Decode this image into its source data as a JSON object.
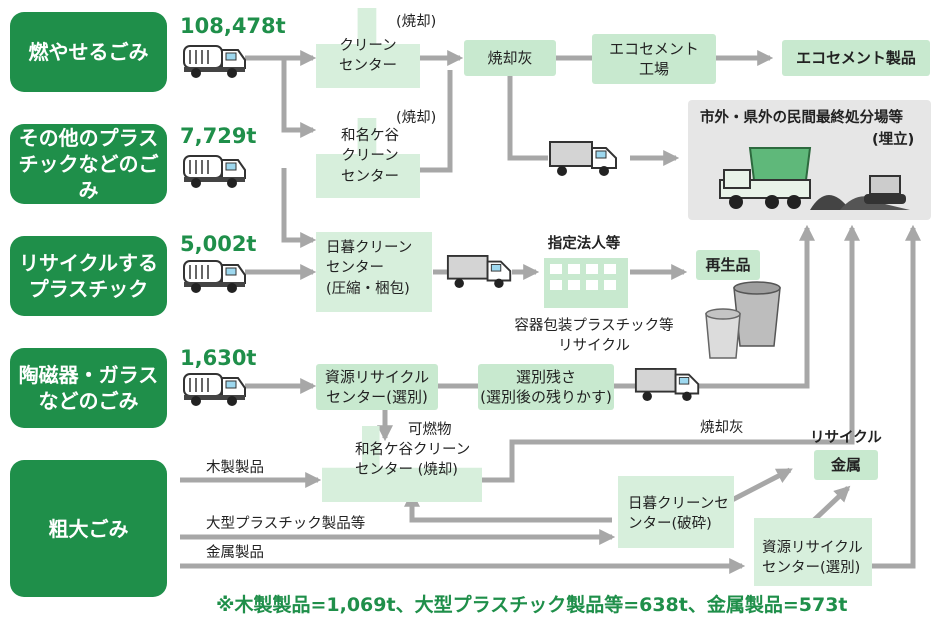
{
  "sources": {
    "burnable": "燃やせるごみ",
    "other_plastic": "その他のプラス\nチックなどのごみ",
    "recycle_plastic": "リサイクルする\nプラスチック",
    "ceramics_glass": "陶磁器・ガラス\nなどのごみ",
    "bulky": "粗大ごみ"
  },
  "tonnage": {
    "burnable": "108,478t",
    "other_plastic": "7,729t",
    "recycle_plastic": "5,002t",
    "ceramics_glass": "1,630t"
  },
  "facilities": {
    "clean_center": "クリーン\nセンター",
    "clean_center_tag": "(焼却)",
    "wanaga_clean_center": "和名ケ谷\nクリーン\nセンター",
    "wanaga_tag": "(焼却)",
    "nippori_compress": "日暮クリーン\nセンター\n(圧縮・梱包)",
    "shigen_center_1": "資源リサイクル\nセンター(選別)",
    "wanaga_bulky": "和名ケ谷クリーン\nセンター (焼却)",
    "nippori_crush": "日暮クリーンセ\nンター(破砕)",
    "shigen_center_2": "資源リサイクル\nセンター(選別)"
  },
  "boxes": {
    "ash": "焼却灰",
    "ecocement_factory": "エコセメント\n工場",
    "ecocement_product": "エコセメント製品",
    "designated_corp": "指定法人等",
    "recycled_product": "再生品",
    "sorting_residue": "選別残さ\n(選別後の残りかす)",
    "metal": "金属"
  },
  "labels": {
    "landfill_title": "市外・県外の民間最終処分場等",
    "landfill_tag": "(埋立)",
    "container_recycling": "容器包装プラスチック等\nリサイクル",
    "combustibles": "可燃物",
    "ash_2": "焼却灰",
    "recycle": "リサイクル",
    "wood": "木製製品",
    "large_plastic": "大型プラスチック製品等",
    "metal_products": "金属製品"
  },
  "footnote": "※木製製品=1,069t、大型プラスチック製品等=638t、金属製品=573t",
  "colors": {
    "source_bg": "#1f8f4a",
    "tonnage": "#1f8f4a",
    "box_bg": "#c8e9cf",
    "plant_bg": "#d7efdc",
    "arrow": "#a7a7a7",
    "landfill_bg": "#e6e6e6"
  }
}
